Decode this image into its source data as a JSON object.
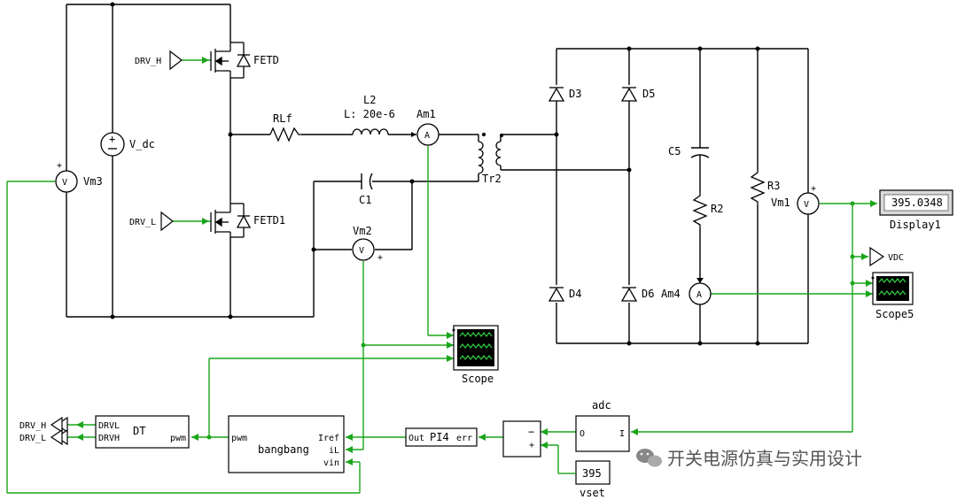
{
  "labels": {
    "drv_h_top": "DRV_H",
    "drv_l_mid": "DRV_L",
    "fetd": "FETD",
    "fetd1": "FETD1",
    "vdc": "V_dc",
    "vm3": "Vm3",
    "rlf": "RLf",
    "l2": "L2",
    "l2_value": "L: 20e-6",
    "am1": "Am1",
    "c1": "C1",
    "vm2": "Vm2",
    "tr2": "Tr2",
    "d3": "D3",
    "d4": "D4",
    "d5": "D5",
    "d6": "D6",
    "am4": "Am4",
    "c5": "C5",
    "r2": "R2",
    "r3": "R3",
    "vm1": "Vm1",
    "display_value": "395.0348",
    "display1": "Display1",
    "vdc_port": "VDC",
    "scope5": "Scope5",
    "scope": "Scope",
    "dt_block": "DT",
    "dt_drvl": "DRVL",
    "dt_drvh": "DRVH",
    "dt_pwm": "pwm",
    "bang_pwm": "pwm",
    "bang_name": "bangbang",
    "bang_iref": "Iref",
    "bang_il": "iL",
    "bang_vin": "vin",
    "pi_out": "Out",
    "pi_name": "PI4",
    "pi_err": "err",
    "sum_minus": "−",
    "sum_plus": "+",
    "adc_name": "adc",
    "adc_o": "O",
    "adc_i": "I",
    "vset_value": "395",
    "vset": "vset",
    "drv_h_out": "DRV_H",
    "drv_l_out": "DRV_L",
    "plus": "+",
    "watermark": "开关电源仿真与实用设计"
  },
  "colors": {
    "wire": "#000000",
    "signal": "#1aa51a",
    "scope_screen": "#000000",
    "scope_trace": "#2ecc40"
  },
  "icons": {
    "watermark_logo": "wechat-icon"
  }
}
